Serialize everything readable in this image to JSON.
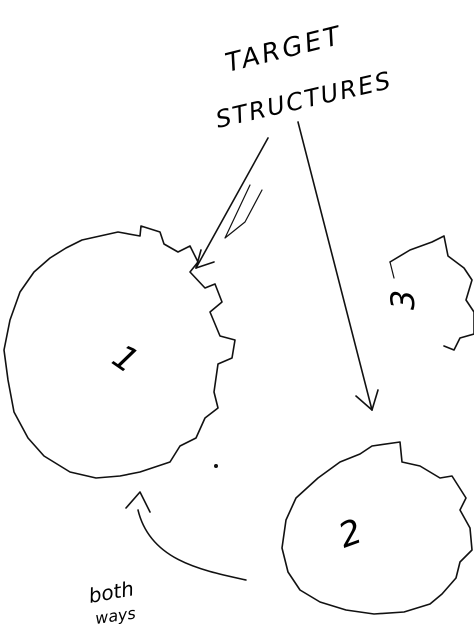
{
  "title": {
    "line1": "TARGET",
    "line2": "STRUCTURES"
  },
  "gears": [
    {
      "label": "1"
    },
    {
      "label": "2"
    },
    {
      "label": "3"
    }
  ],
  "note": {
    "line1": "both",
    "line2": "ways"
  },
  "colors": {
    "ink": "#111111",
    "paper": "#ffffff"
  }
}
